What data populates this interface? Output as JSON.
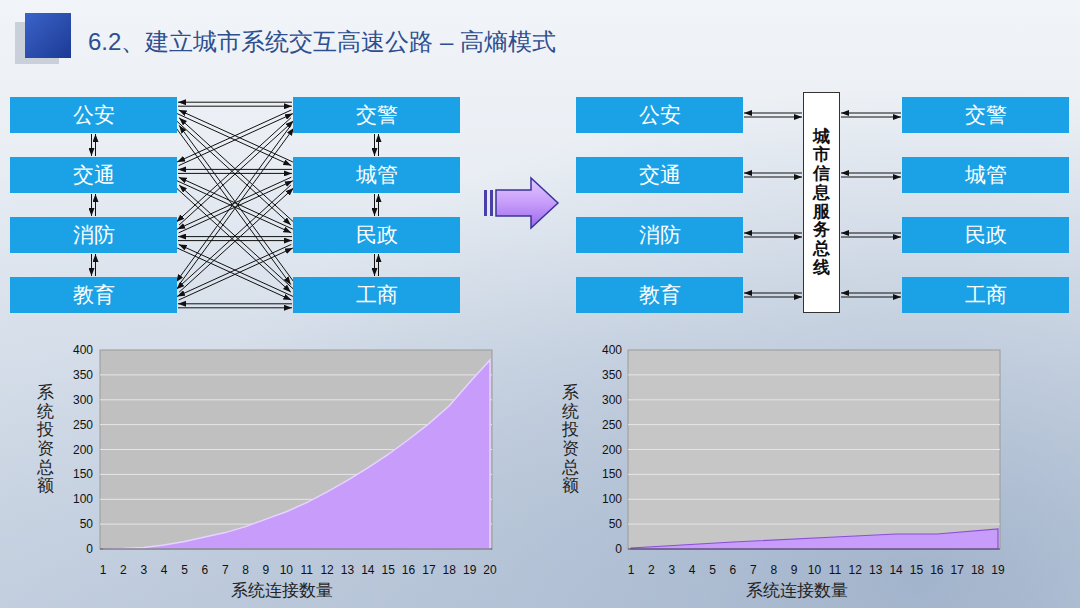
{
  "diagram": {
    "title": "6.2、建立城市系统交互高速公路 – 高熵模式",
    "nodes": [
      {
        "text": [
          "公安"
        ]
      },
      {
        "text": [
          "交通"
        ]
      },
      {
        "text": [
          "消防"
        ]
      },
      {
        "text": [
          "教育"
        ]
      },
      {
        "text": [
          "交警"
        ]
      },
      {
        "text": [
          "城管"
        ]
      },
      {
        "text": [
          "民政"
        ]
      },
      {
        "text": [
          "工商"
        ]
      },
      {
        "text": [
          "公安"
        ]
      },
      {
        "text": [
          "交通"
        ]
      },
      {
        "text": [
          "消防"
        ]
      },
      {
        "text": [
          "教育"
        ]
      },
      {
        "text": [
          "城市信息服务总线"
        ]
      },
      {
        "text": [
          "交警"
        ]
      },
      {
        "text": [
          "城管"
        ]
      },
      {
        "text": [
          "民政"
        ]
      },
      {
        "text": [
          "工商"
        ]
      }
    ],
    "edges": [
      {
        "from": 0,
        "to": 1,
        "arrow": "both"
      },
      {
        "from": 1,
        "to": 2,
        "arrow": "both"
      },
      {
        "from": 2,
        "to": 3,
        "arrow": "both"
      },
      {
        "from": 4,
        "to": 5,
        "arrow": "both"
      },
      {
        "from": 5,
        "to": 6,
        "arrow": "both"
      },
      {
        "from": 6,
        "to": 7,
        "arrow": "both"
      },
      {
        "from": 0,
        "to": 4,
        "arrow": "both"
      },
      {
        "from": 0,
        "to": 5,
        "arrow": "both"
      },
      {
        "from": 0,
        "to": 6,
        "arrow": "both"
      },
      {
        "from": 0,
        "to": 7,
        "arrow": "both"
      },
      {
        "from": 1,
        "to": 4,
        "arrow": "both"
      },
      {
        "from": 1,
        "to": 5,
        "arrow": "both"
      },
      {
        "from": 1,
        "to": 6,
        "arrow": "both"
      },
      {
        "from": 1,
        "to": 7,
        "arrow": "both"
      },
      {
        "from": 2,
        "to": 4,
        "arrow": "both"
      },
      {
        "from": 2,
        "to": 5,
        "arrow": "both"
      },
      {
        "from": 2,
        "to": 6,
        "arrow": "both"
      },
      {
        "from": 2,
        "to": 7,
        "arrow": "both"
      },
      {
        "from": 3,
        "to": 4,
        "arrow": "both"
      },
      {
        "from": 3,
        "to": 5,
        "arrow": "both"
      },
      {
        "from": 3,
        "to": 6,
        "arrow": "both"
      },
      {
        "from": 3,
        "to": 7,
        "arrow": "both"
      },
      {
        "from": 8,
        "to": 12,
        "arrow": "both"
      },
      {
        "from": 9,
        "to": 12,
        "arrow": "both"
      },
      {
        "from": 10,
        "to": 12,
        "arrow": "both"
      },
      {
        "from": 11,
        "to": 12,
        "arrow": "both"
      },
      {
        "from": 13,
        "to": 12,
        "arrow": "both"
      },
      {
        "from": 14,
        "to": 12,
        "arrow": "both"
      },
      {
        "from": 15,
        "to": 12,
        "arrow": "both"
      },
      {
        "from": 16,
        "to": 12,
        "arrow": "both"
      }
    ],
    "labels": [
      "系统投资总额",
      "400",
      "350",
      "300",
      "250",
      "200",
      "150",
      "100",
      "50",
      "0",
      "1",
      "2",
      "3",
      "4",
      "5",
      "6",
      "7",
      "8",
      "9",
      "10",
      "11",
      "12",
      "13",
      "14",
      "15",
      "16",
      "17",
      "18",
      "19",
      "20",
      "系统连接数量",
      "系统投资总额",
      "400",
      "350",
      "300",
      "250",
      "200",
      "150",
      "100",
      "50",
      "0",
      "1",
      "2",
      "3",
      "4",
      "5",
      "6",
      "7",
      "8",
      "9",
      "10",
      "11",
      "12",
      "13",
      "14",
      "15",
      "16",
      "17",
      "18",
      "19",
      "系统连接数量"
    ]
  }
}
